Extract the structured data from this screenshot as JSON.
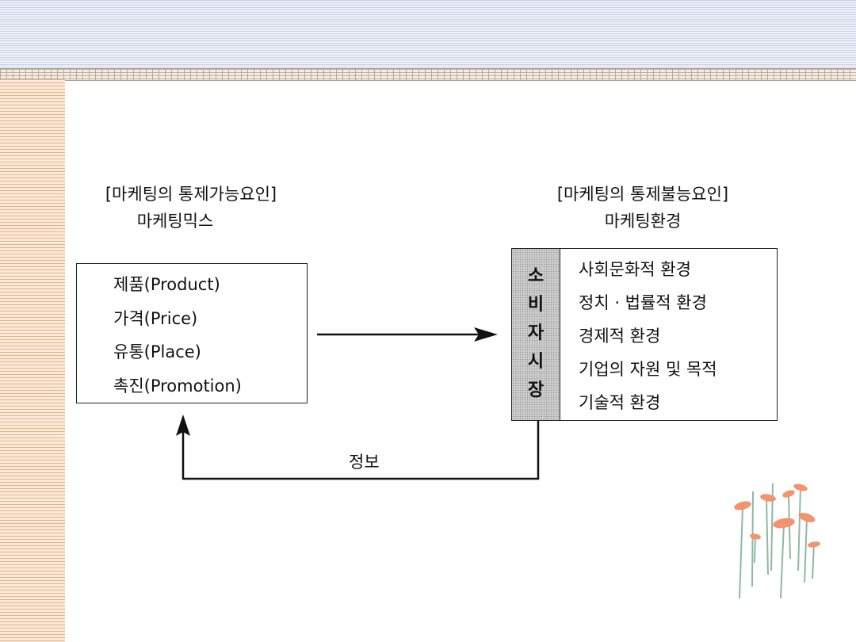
{
  "left_group": {
    "title_line1": "[마케팅의 통제가능요인]",
    "title_line2": "마케팅믹스",
    "items": [
      "제품(Product)",
      "가격(Price)",
      "유통(Place)",
      "촉진(Promotion)"
    ]
  },
  "right_group": {
    "title_line1": "[마케팅의 통제불능요인]",
    "title_line2": "마케팅환경",
    "consumer_market": [
      "소",
      "비",
      "자",
      "시",
      "장"
    ],
    "items": [
      "사회문화적 환경",
      "정치 · 법률적 환경",
      "경제적 환경",
      "기업의 자원 및 목적",
      "기술적 환경"
    ]
  },
  "feedback_label": "정보",
  "colors": {
    "top_stripes": "#c9d0e4",
    "left_stripes": "#e5b387",
    "consumer_fill": "#cfcfcf",
    "flower": "#f2946e",
    "stem": "#8fb8a6"
  }
}
